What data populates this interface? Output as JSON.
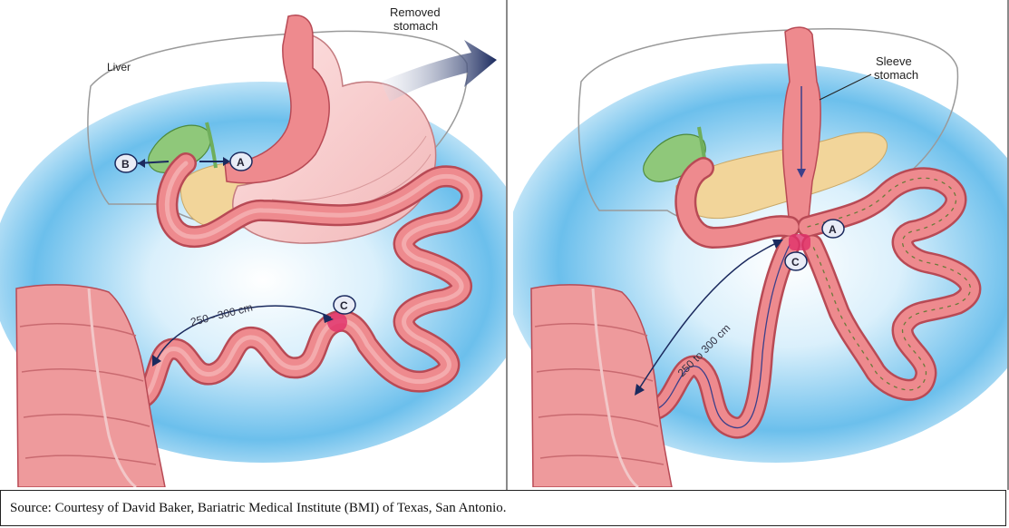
{
  "left_panel": {
    "liver_label": "Liver",
    "removed_label_line1": "Removed",
    "removed_label_line2": "stomach",
    "marker_a": "A",
    "marker_b": "B",
    "marker_c": "C",
    "measure": "250 - 300 cm"
  },
  "right_panel": {
    "sleeve_label_line1": "Sleeve",
    "sleeve_label_line2": "stomach",
    "marker_a": "A",
    "marker_c": "C",
    "measure": "250 to 300 cm"
  },
  "caption": "Source: Courtesy of David Baker, Bariatric Medical Institute (BMI) of Texas, San Antonio.",
  "colors": {
    "intestine": "#ee8a8e",
    "intestine_outline": "#b84a55",
    "background_glow": "#5bb8ea",
    "liver_outline": "#9a9a9a",
    "pancreas": "#f2d59a",
    "gallbladder": "#8fc87a",
    "arrow": "#1b2a5e"
  }
}
